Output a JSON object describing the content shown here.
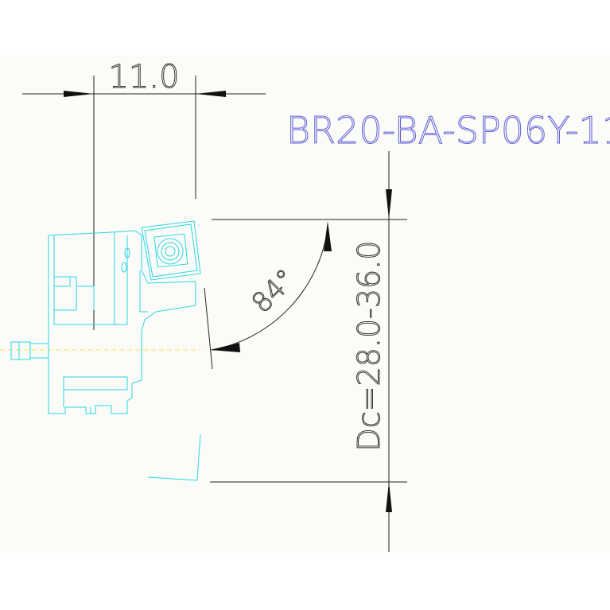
{
  "drawing": {
    "part_number": "BR20-BA-SP06Y-11",
    "width_dimension": "11.0",
    "angle_dimension": "84°",
    "diameter_dimension": "Dc=28.0-36.0"
  },
  "colors": {
    "background": "#fbfcf8",
    "dimension_lines": "#222222",
    "part_outline": "#29d4e6",
    "centerline": "#f2e84a",
    "title": "#5b5bd6"
  }
}
